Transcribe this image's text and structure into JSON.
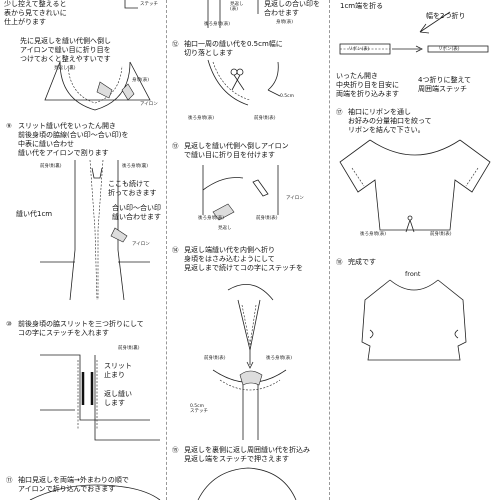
{
  "col1": {
    "top_text": "少し控えて整えると\n表から見てきれいに\n仕上がります",
    "top_small": "ステッチ",
    "instr_top": "先に見返しを縫い代側へ倒し\nアイロンで縫い目に折り目を\nつけておくと整えやすいです",
    "top_labels": {
      "mihaeshi": "見返し(裏)",
      "migoro": "身頃(表)",
      "iron": "アイロン"
    },
    "step9": {
      "num": "⑨",
      "text": "スリット縫い代をいったん開き\n前後身頃の脇線(合い印〜合い印)を\n中表に縫い合わせ\n縫い代をアイロンで割ります",
      "front_label": "前身頃(裏)",
      "back_label": "後ろ身頃(裏)",
      "note1": "ここも続けて\n折っておきます",
      "note2": "縫い代1cm",
      "note3": "合い印〜合い印\n縫い合わせます",
      "iron": "アイロン"
    },
    "step10": {
      "num": "⑩",
      "text": "前後身頃の脇スリットを三つ折りにして\nコの字にステッチを入れます",
      "front_label": "前身頃(裏)",
      "slit": "スリット\n止まり",
      "sew": "返し縫い\nします"
    },
    "step11": {
      "num": "⑪",
      "text": "袖口見返しを両端→外まわりの順で\nアイロンで折り込んでおきます"
    }
  },
  "col2": {
    "top_small1": "見返し\n(表)",
    "top_text": "見返しの合い印を\n合わせます",
    "top_small2": "後ろ身頃(表)",
    "top_small3": "身頃(表)",
    "step12": {
      "num": "⑫",
      "text": "袖口一周の縫い代を0.5cm幅に\n切り落とします",
      "back_label": "後ろ身頃(表)",
      "seam": "0.5cm",
      "front_label": "前身頃(表)"
    },
    "step13": {
      "num": "⑬",
      "text": "見返しを縫い代側へ倒しアイロン\nで縫い目に折り目を付けます",
      "back_label": "後ろ身頃(表)",
      "front_label": "前身頃(表)",
      "iron": "アイロン",
      "mikaeshi": "見返し"
    },
    "step14": {
      "num": "⑭",
      "text": "見返し端縫い代を内側へ折り\n身頃をはさみ込むようにして\n見返しまで続けてコの字にステッチを",
      "front_label": "前身頃(表)",
      "back_label": "後ろ身頃(表)",
      "stitch": "0.5cm\nステッチ"
    },
    "step15": {
      "num": "⑮",
      "text": "見返しを裏側に返し周囲縫い代を折込み\n見返し端をステッチで押さえます"
    }
  },
  "col3": {
    "top_text": "1cm端を折る",
    "top_note": "幅を2つ折り",
    "ribbon1": "リボン(表)",
    "ribbon2": "リボン(表)",
    "step_text": "いったん開き\n中央折り目を目安に\n両端を折り込みます",
    "step_right": "4つ折りに整えて\n周囲端ステッチ",
    "step17": {
      "num": "⑰",
      "text": "袖口にリボンを通し\nお好みの分量袖口を絞って\nリボンを結んで下さい。",
      "back_label": "後ろ身頃(表)",
      "front_label": "前身頃(表)"
    },
    "step18": {
      "num": "⑱",
      "text": "完成です",
      "front": "front"
    }
  }
}
